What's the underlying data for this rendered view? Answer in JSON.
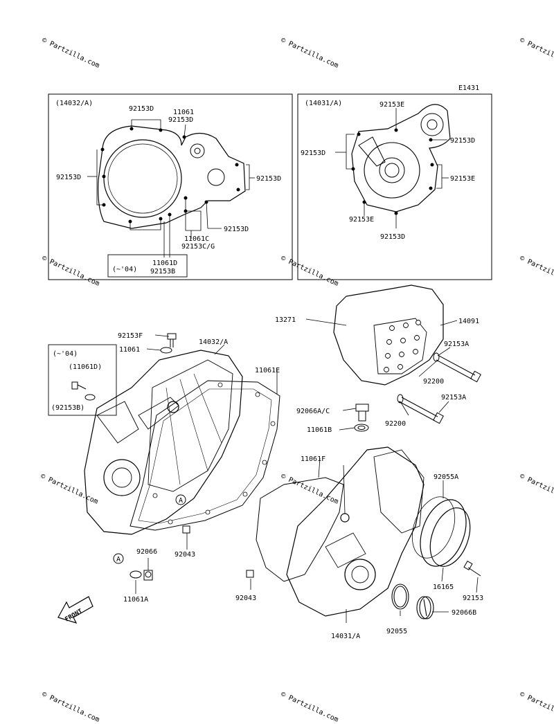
{
  "diagram_code": "E1431",
  "watermark": "© Partzilla.com",
  "inset_left": {
    "header": "(14032/A)",
    "labels": [
      "92153D",
      "11061",
      "92153D",
      "92153D",
      "92153D",
      "92153D",
      "11061C",
      "92153C/G",
      "11061D",
      "92153B"
    ],
    "note": "(~'04)"
  },
  "inset_right": {
    "header": "(14031/A)",
    "labels": [
      "92153E",
      "92153D",
      "92153D",
      "92153E",
      "92153E",
      "92153D"
    ]
  },
  "parts": {
    "p13271": "13271",
    "p14091": "14091",
    "p92153F": "92153F",
    "p11061": "11061",
    "p14032A": "14032/A",
    "p11061E": "11061E",
    "p92153A_1": "92153A",
    "p92200_1": "92200",
    "p92066AC": "92066A/C",
    "p92153A_2": "92153A",
    "p11061B": "11061B",
    "p92200_2": "92200",
    "p11061F": "11061F",
    "p92055A": "92055A",
    "p92066": "92066",
    "p92043_1": "92043",
    "p11061A": "11061A",
    "p92043_2": "92043",
    "p16165": "16165",
    "p92153": "92153",
    "p92055": "92055",
    "p92066B": "92066B",
    "p14031A": "14031/A",
    "note_04": "(~'04)",
    "p11061D_paren": "(11061D)",
    "p92153B_paren": "(92153B)",
    "ref_A1": "A",
    "ref_A2": "A"
  },
  "front_arrow": "FRONT"
}
